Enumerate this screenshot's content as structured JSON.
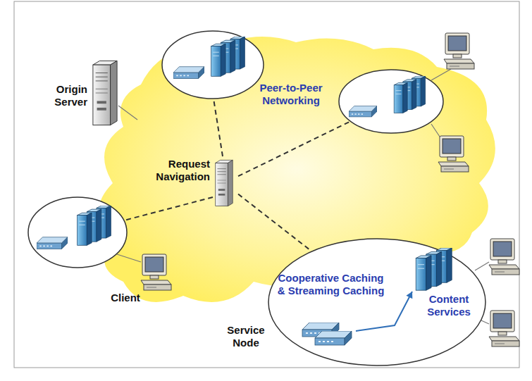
{
  "diagram": {
    "nodes": [
      {
        "text": [
          "Request Navigation"
        ]
      },
      {
        "text": [
          "Peer-to-Peer Networking"
        ]
      },
      {
        "text": [
          "Service Node",
          "Cooperative Caching & Streaming Caching",
          "Content Services"
        ]
      }
    ],
    "edges": [
      {
        "from": 0,
        "to": 1,
        "arrow": "none"
      },
      {
        "from": 0,
        "to": 2,
        "arrow": "none"
      }
    ],
    "labels": [
      "Origin Server",
      "Client"
    ]
  }
}
